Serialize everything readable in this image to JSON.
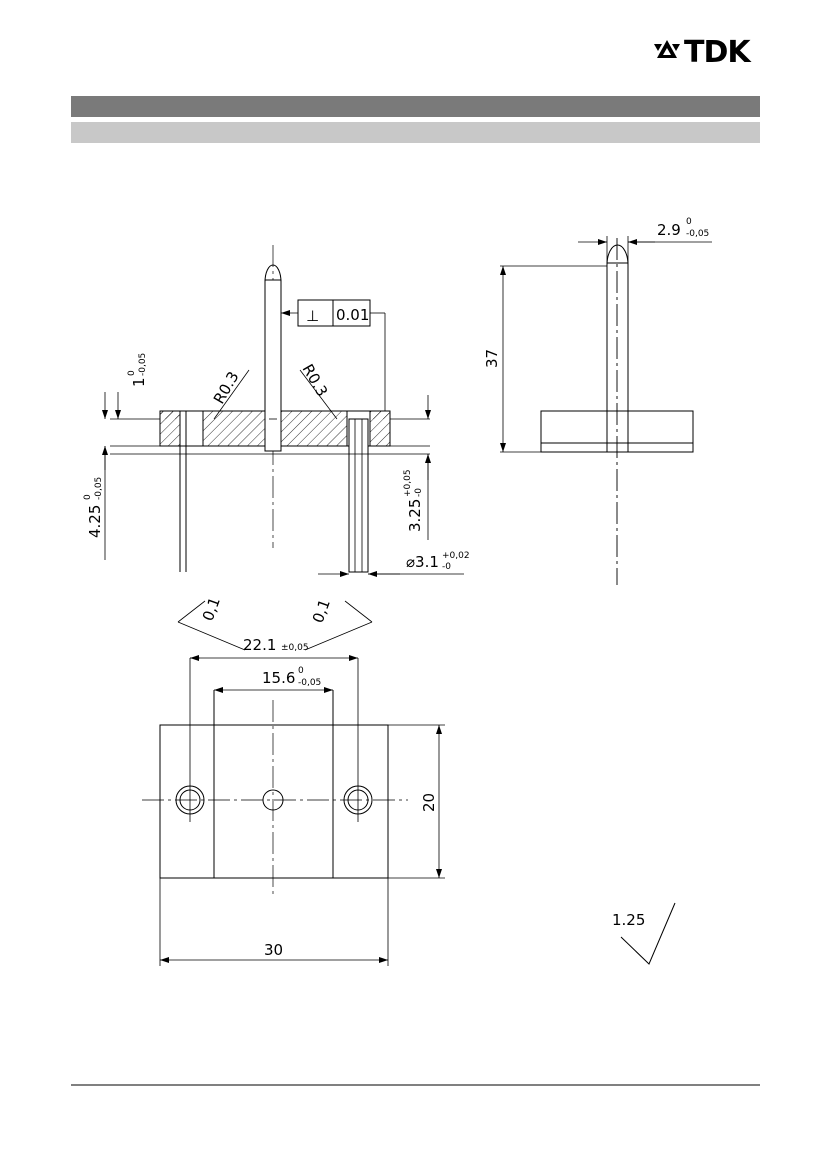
{
  "header": {
    "logo_text": "TDK",
    "logo_icon": "tdk-triangles-icon",
    "bar_dark_color": "#7a7a7a",
    "bar_light_color": "#c8c8c8"
  },
  "drawing": {
    "radius_left": "R0.3",
    "radius_right": "R0.3",
    "perpendicularity_symbol": "⊥",
    "perpendicularity_value": "0.01",
    "tilt_left": "0,1",
    "tilt_right": "0,1",
    "dim_flange_thickness": {
      "main": "1",
      "tol_upper": "0",
      "tol_lower": "-0,05"
    },
    "dim_overall_height": {
      "main": "4.25",
      "tol_upper": "0",
      "tol_lower": "-0,05"
    },
    "dim_pin_length": {
      "main": "3.25",
      "tol_upper": "+0,05",
      "tol_lower": "-0"
    },
    "dim_pin_diameter": {
      "prefix": "⌀",
      "main": "3.1",
      "tol_upper": "+0,02",
      "tol_lower": "-0"
    },
    "dim_pin_spacing": {
      "main": "22.1",
      "tol": "±0,05"
    },
    "dim_inner_width": {
      "main": "15.6",
      "tol_upper": "0",
      "tol_lower": "-0,05"
    },
    "dim_width": "30",
    "dim_depth": "20",
    "dim_side_height": "37",
    "dim_side_pin": {
      "main": "2.9",
      "tol_upper": "0",
      "tol_lower": "-0,05"
    },
    "surface_roughness": "1.25"
  }
}
